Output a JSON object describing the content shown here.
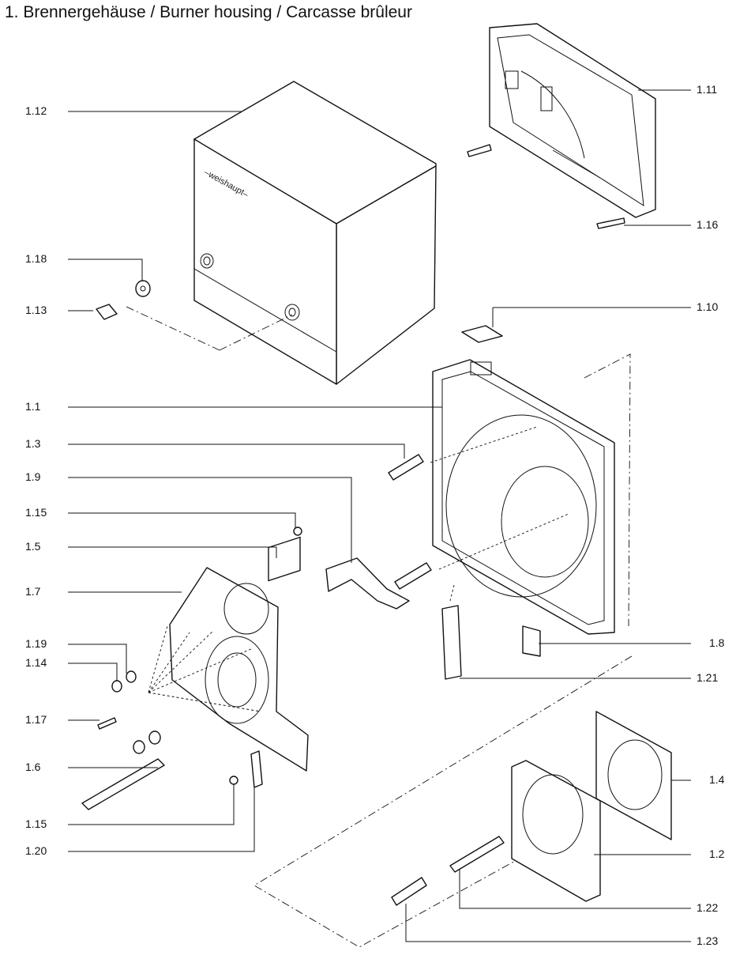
{
  "title": "1. Brennergehäuse / Burner housing / Carcasse brûleur",
  "brand_mark": "–weishaupt–",
  "labels": {
    "p1_1": "1.1",
    "p1_2": "1.2",
    "p1_3": "1.3",
    "p1_4": "1.4",
    "p1_5": "1.5",
    "p1_6": "1.6",
    "p1_7": "1.7",
    "p1_8": "1.8",
    "p1_9": "1.9",
    "p1_10": "1.10",
    "p1_11": "1.11",
    "p1_12": "1.12",
    "p1_13": "1.13",
    "p1_14": "1.14",
    "p1_15a": "1.15",
    "p1_15b": "1.15",
    "p1_16": "1.16",
    "p1_17": "1.17",
    "p1_18": "1.18",
    "p1_19": "1.19",
    "p1_20": "1.20",
    "p1_21": "1.21",
    "p1_22": "1.22",
    "p1_23": "1.23"
  }
}
